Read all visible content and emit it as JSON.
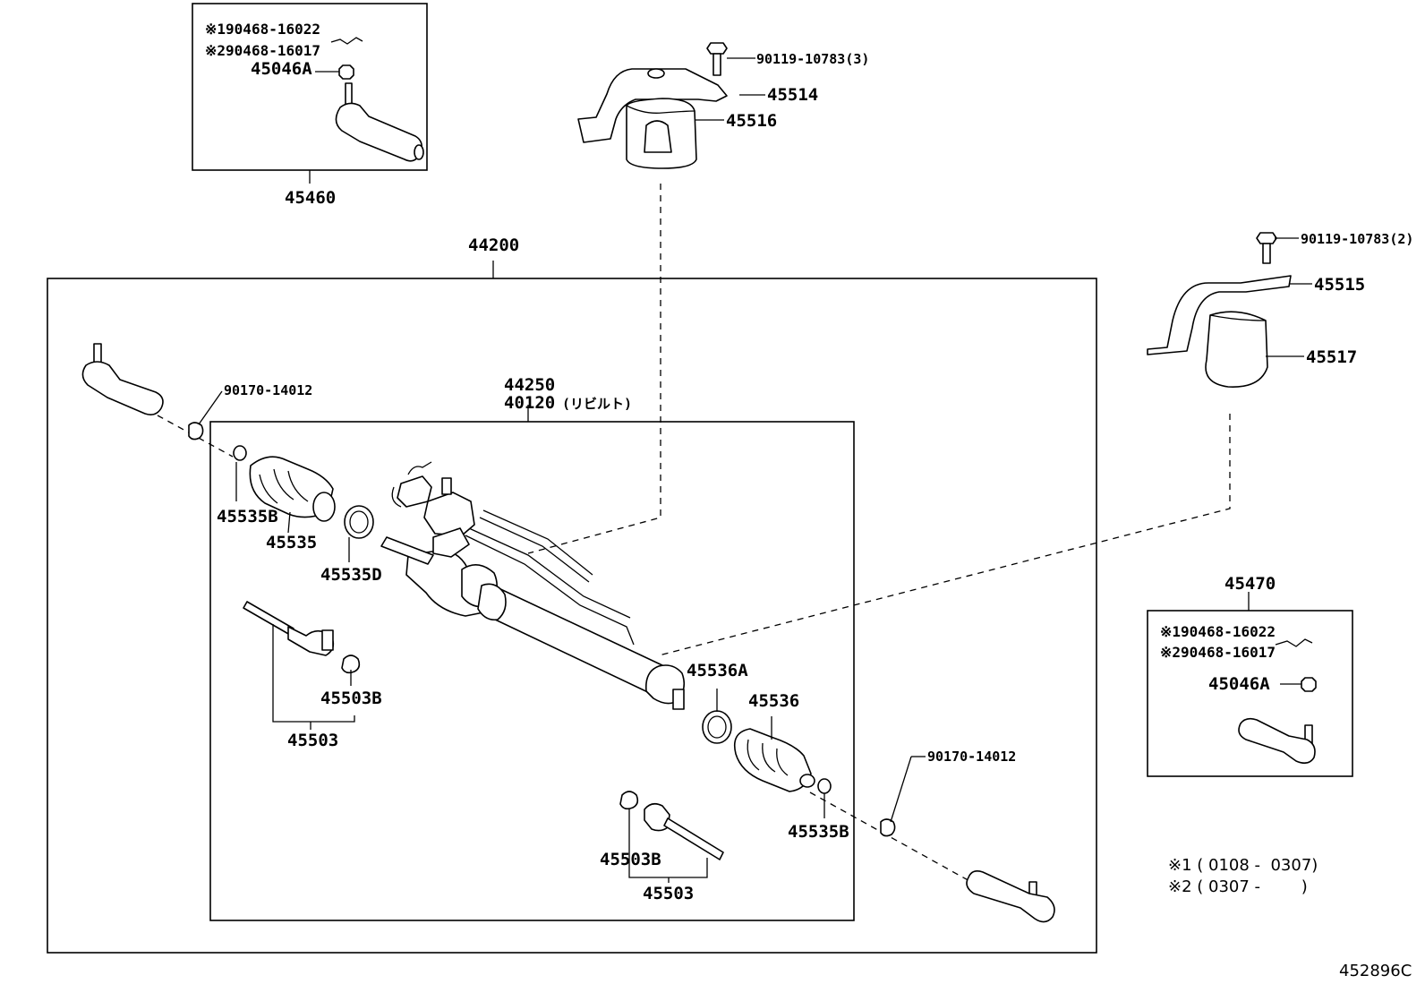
{
  "diagram": {
    "code": "452896C",
    "labels": {
      "p45460": "45460",
      "p44200": "44200",
      "p44250": "44250",
      "p40120": "40120",
      "p40120_note": "(リビルト)",
      "p45470": "45470",
      "bolt3": "90119-10783(3)",
      "bolt2": "90119-10783(2)",
      "p45514": "45514",
      "p45516": "45516",
      "p45515": "45515",
      "p45517": "45517",
      "nut_left": "90170-14012",
      "nut_right": "90170-14012",
      "p45535B_left": "45535B",
      "p45535": "45535",
      "p45535D": "45535D",
      "p45503B_left": "45503B",
      "p45503_left": "45503",
      "p45536A": "45536A",
      "p45536": "45536",
      "p45535B_right": "45535B",
      "p45503B_right": "45503B",
      "p45503_right": "45503"
    },
    "inset_left": {
      "line1": "※190468-16022",
      "line2": "※290468-16017",
      "nut": "45046A"
    },
    "inset_right": {
      "line1": "※190468-16022",
      "line2": "※290468-16017",
      "nut": "45046A"
    },
    "notes": {
      "note1": "※1 ( 0108 -  0307)",
      "note2": "※2 ( 0307 -        )"
    }
  }
}
